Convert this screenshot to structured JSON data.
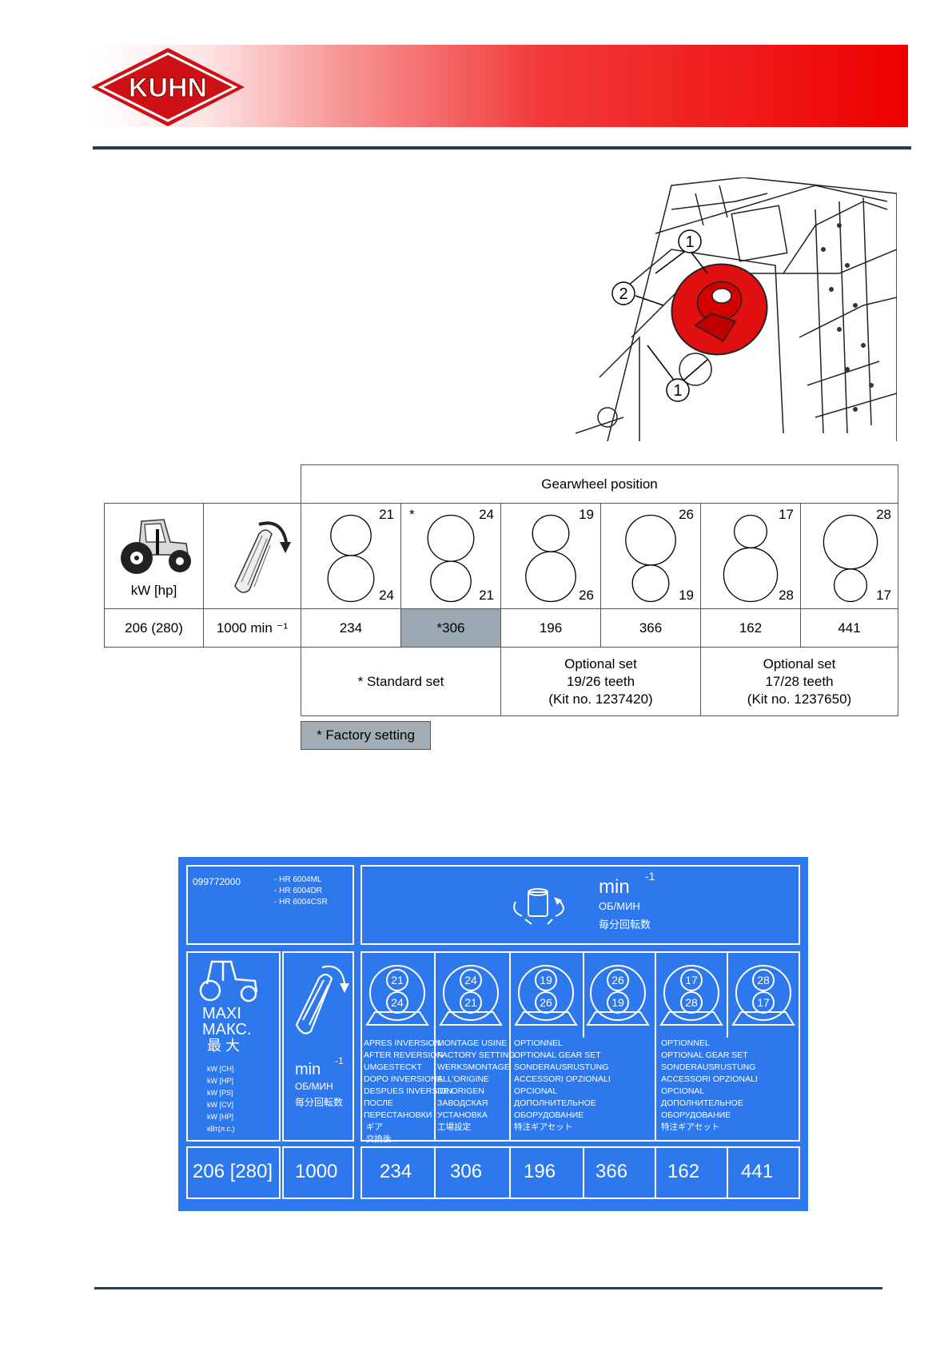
{
  "brand": {
    "logo_text": "KUHN"
  },
  "illustration": {
    "callout_1": "1",
    "callout_2": "2"
  },
  "gear_table": {
    "header": "Gearwheel position",
    "power_label": "kW [hp]",
    "power_value": "206 (280)",
    "speed_value": "1000 min ⁻¹",
    "positions": [
      {
        "star": "",
        "top": "21",
        "bottom": "24",
        "value": "234",
        "highlight": false
      },
      {
        "star": "*",
        "top": "24",
        "bottom": "21",
        "value": "*306",
        "highlight": true
      },
      {
        "star": "",
        "top": "19",
        "bottom": "26",
        "value": "196",
        "highlight": false
      },
      {
        "star": "",
        "top": "26",
        "bottom": "19",
        "value": "366",
        "highlight": false
      },
      {
        "star": "",
        "top": "17",
        "bottom": "28",
        "value": "162",
        "highlight": false
      },
      {
        "star": "",
        "top": "28",
        "bottom": "17",
        "value": "441",
        "highlight": false
      }
    ],
    "sets": [
      {
        "text": "* Standard set"
      },
      {
        "text": "Optional set\n19/26 teeth\n(Kit no. 1237420)"
      },
      {
        "text": "Optional set\n17/28 teeth\n(Kit no. 1237650)"
      }
    ],
    "factory_setting": "* Factory setting"
  },
  "decal": {
    "part_no": "099772000",
    "models": [
      "- HR 6004ML",
      "- HR 6004DR",
      "- HR 6004CSR"
    ],
    "speed_unit": "min",
    "speed_exp": "-1",
    "speed_ru": "ОБ/МИН",
    "speed_jp": "毎分回転数",
    "maxi": [
      "MAXI",
      "MАКС.",
      "最 大"
    ],
    "power_units": [
      "kW [CH]",
      "kW [HP]",
      "kW [PS]",
      "kW [CV]",
      "kW [HP]",
      "кВт(л.с.)"
    ],
    "gear_pairs": [
      {
        "top": "21",
        "bottom": "24"
      },
      {
        "top": "24",
        "bottom": "21"
      },
      {
        "top": "19",
        "bottom": "26"
      },
      {
        "top": "26",
        "bottom": "19"
      },
      {
        "top": "17",
        "bottom": "28"
      },
      {
        "top": "28",
        "bottom": "17"
      }
    ],
    "text_after_reversion": "APRES INVERSION\nAFTER REVERSION\nUMGESTECKT\nDOPO INVERSIONE\nDESPUES INVERSION\nПОСЛЕ\nПЕРЕСТАНОВКИ\n ギア\n 交換後",
    "text_factory": "MONTAGE USINE\nFACTORY SETTING\nWERKSMONTAGE\nALL'ORIGINE\nDE ORIGEN\nЗАВОДСКАЯ\nУСТАНОВКА\n工場設定",
    "text_optional": "OPTIONNEL\nOPTIONAL GEAR SET\nSONDERAUSRUSTUNG\nACCESSORI OPZIONALI\nOPCIONAL\nДОПОЛНИТЕЛЬНОЕ\nОБОРУДОВАНИЕ\n特注ギアセット",
    "bottom_values": [
      "206 [280]",
      "1000",
      "234",
      "306",
      "196",
      "366",
      "162",
      "441"
    ]
  }
}
